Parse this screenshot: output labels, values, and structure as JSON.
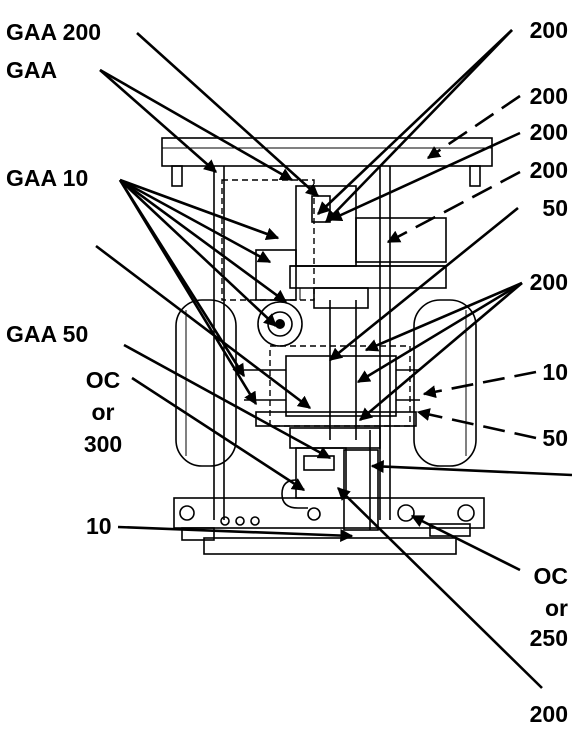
{
  "labels": {
    "gaa_200": "GAA  200",
    "gaa": "GAA",
    "gaa_10": "GAA  10",
    "gaa_50": "GAA  50",
    "oc_300_a": "OC",
    "oc_300_b": "or",
    "oc_300_c": "300",
    "ten_left": "10",
    "r_200_1": "200",
    "r_200_2": "200",
    "r_200_3": "200",
    "r_200_4": "200",
    "r_50_1": "50",
    "r_200_5": "200",
    "r_10": "10",
    "r_50_2": "50",
    "oc_250_a": "OC",
    "oc_250_b": "or",
    "oc_250_c": "250",
    "bottom_200": "200"
  }
}
